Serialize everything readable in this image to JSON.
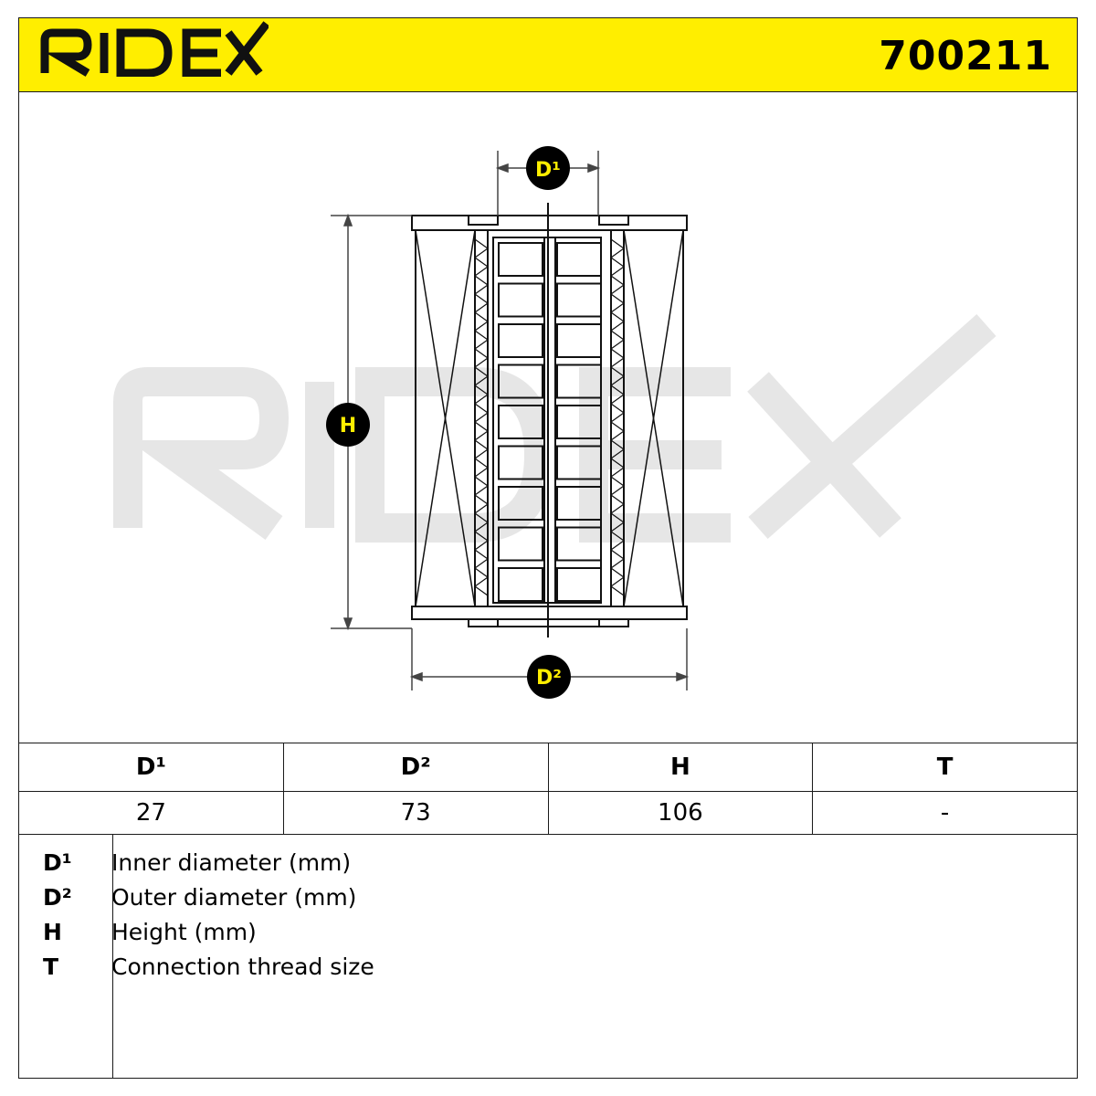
{
  "brand": {
    "logo_text": "RIDEX",
    "part_number": "700211",
    "accent_color": "#ffee00"
  },
  "watermark": {
    "text": "RIDEX",
    "color": "#e6e6e6"
  },
  "diagram": {
    "labels": {
      "d1": "D¹",
      "d2": "D²",
      "h": "H"
    }
  },
  "spec_table": {
    "headers": [
      "D¹",
      "D²",
      "H",
      "T"
    ],
    "values": [
      "27",
      "73",
      "106",
      "-"
    ]
  },
  "legend": [
    {
      "key": "D¹",
      "text": "Inner diameter (mm)"
    },
    {
      "key": "D²",
      "text": "Outer diameter (mm)"
    },
    {
      "key": "H",
      "text": "Height (mm)"
    },
    {
      "key": "T",
      "text": "Connection thread size"
    }
  ]
}
